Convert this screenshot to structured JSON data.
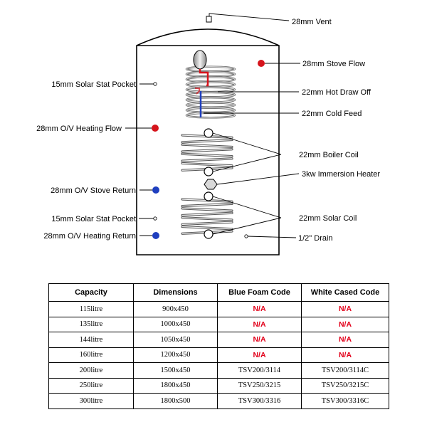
{
  "labels": {
    "vent": "28mm Vent",
    "stove_flow": "28mm Stove Flow",
    "solar_stat_pocket_top": "15mm Solar Stat Pocket",
    "hot_draw_off": "22mm Hot Draw Off",
    "cold_feed": "22mm Cold Feed",
    "ov_heating_flow": "28mm O/V Heating Flow",
    "boiler_coil": "22mm Boiler Coil",
    "immersion_heater": "3kw Immersion Heater",
    "ov_stove_return": "28mm O/V Stove Return",
    "solar_stat_pocket_bottom": "15mm Solar Stat Pocket",
    "solar_coil": "22mm Solar Coil",
    "ov_heating_return": "28mm O/V Heating Return",
    "drain": "1/2\" Drain"
  },
  "colors": {
    "flow": "#d6141c",
    "return": "#1f3fbf",
    "na": "#e2001a"
  },
  "table": {
    "headers": [
      "Capacity",
      "Dimensions",
      "Blue Foam Code",
      "White Cased Code"
    ],
    "rows": [
      [
        "115litre",
        "900x450",
        "N/A",
        "N/A"
      ],
      [
        "135litre",
        "1000x450",
        "N/A",
        "N/A"
      ],
      [
        "144litre",
        "1050x450",
        "N/A",
        "N/A"
      ],
      [
        "160litre",
        "1200x450",
        "N/A",
        "N/A"
      ],
      [
        "200litre",
        "1500x450",
        "TSV200/3114",
        "TSV200/3114C"
      ],
      [
        "250litre",
        "1800x450",
        "TSV250/3215",
        "TSV250/3215C"
      ],
      [
        "300litre",
        "1800x500",
        "TSV300/3316",
        "TSV300/3316C"
      ]
    ]
  }
}
